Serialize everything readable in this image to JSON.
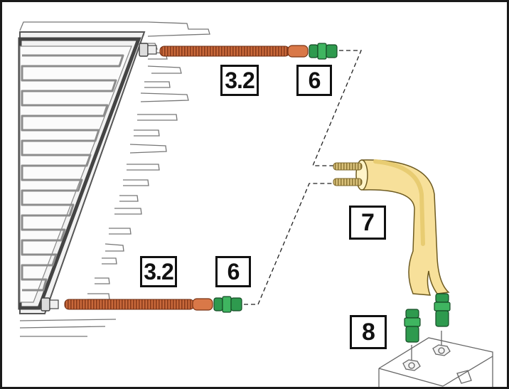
{
  "callouts": {
    "top_pipe": "3.2",
    "top_fitting": "6",
    "bottom_pipe": "3.2",
    "bottom_fitting": "6",
    "insulated_line": "7",
    "connectors": "8"
  },
  "colors": {
    "pipe": "#b85a2e",
    "pipe_end": "#d97848",
    "fitting": "#2e9a4e",
    "insulation": "#f7e09a",
    "frame_line": "#555555"
  }
}
